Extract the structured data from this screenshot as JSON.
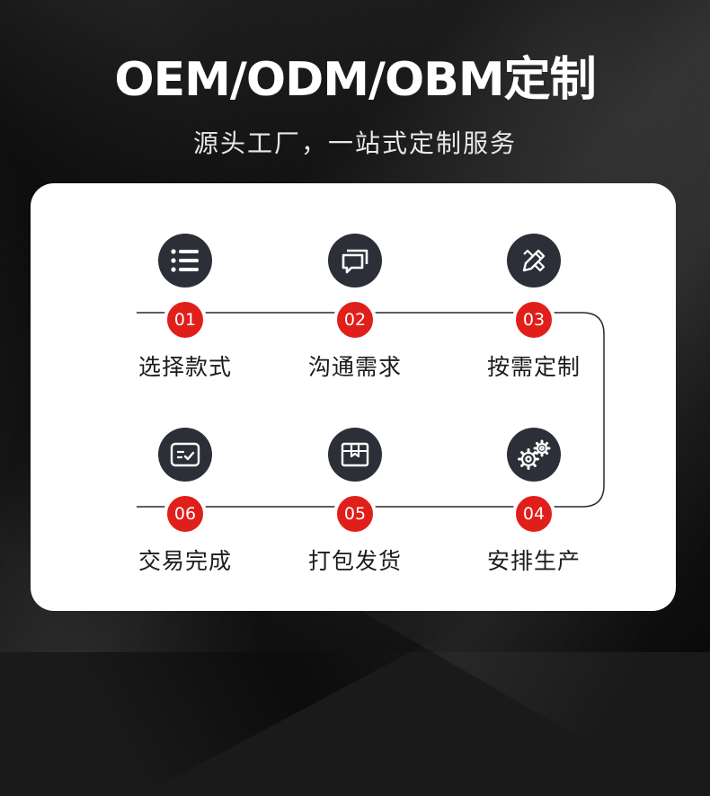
{
  "header": {
    "title": "OEM/ODM/OBM定制",
    "subtitle": "源头工厂，一站式定制服务"
  },
  "colors": {
    "accent": "#e01f1b",
    "icon_bg": "#2c2f37",
    "card_bg": "#ffffff",
    "line": "#2a2a2a"
  },
  "steps": [
    {
      "number": "01",
      "label": "选择款式",
      "icon": "list-icon"
    },
    {
      "number": "02",
      "label": "沟通需求",
      "icon": "chat-icon"
    },
    {
      "number": "03",
      "label": "按需定制",
      "icon": "pencil-ruler-icon"
    },
    {
      "number": "04",
      "label": "安排生产",
      "icon": "gears-icon"
    },
    {
      "number": "05",
      "label": "打包发货",
      "icon": "package-icon"
    },
    {
      "number": "06",
      "label": "交易完成",
      "icon": "checklist-icon"
    }
  ]
}
